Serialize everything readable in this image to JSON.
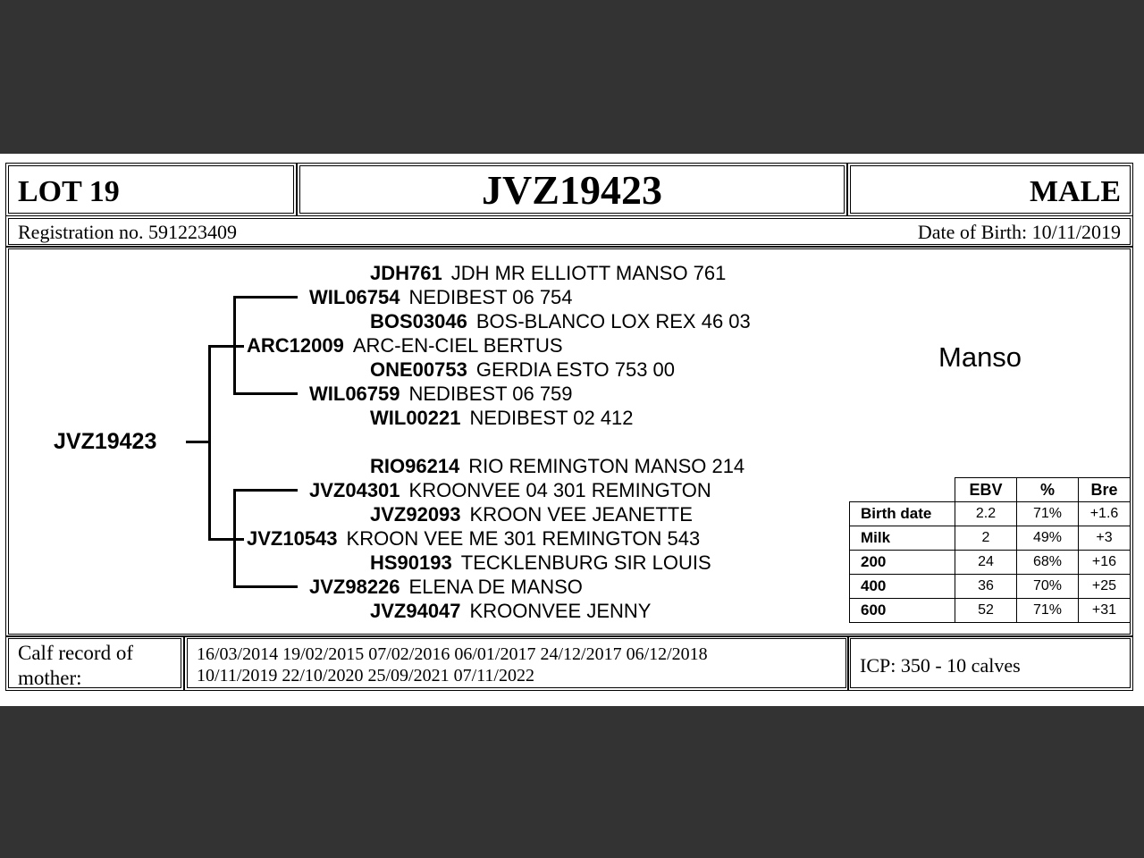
{
  "header": {
    "lot": "LOT 19",
    "animal_id": "JVZ19423",
    "sex": "MALE"
  },
  "registration": {
    "label": "Registration no. 591223409",
    "dob": "Date of Birth:  10/11/2019"
  },
  "pedigree": {
    "subject": "JVZ19423",
    "sire": {
      "id": "ARC12009",
      "name": "ARC-EN-CIEL BERTUS"
    },
    "sire_sire": {
      "id": "WIL06754",
      "name": "NEDIBEST 06 754"
    },
    "sire_sire_sire": {
      "id": "JDH761",
      "name": "JDH MR ELLIOTT MANSO 761"
    },
    "sire_sire_dam": {
      "id": "BOS03046",
      "name": "BOS-BLANCO LOX REX 46 03"
    },
    "sire_dam": {
      "id": "WIL06759",
      "name": "NEDIBEST 06 759"
    },
    "sire_dam_sire": {
      "id": "ONE00753",
      "name": "GERDIA ESTO 753 00"
    },
    "sire_dam_dam": {
      "id": "WIL00221",
      "name": "NEDIBEST 02 412"
    },
    "dam": {
      "id": "JVZ10543",
      "name": "KROON VEE ME 301 REMINGTON 543"
    },
    "dam_sire": {
      "id": "JVZ04301",
      "name": "KROONVEE 04 301 REMINGTON"
    },
    "dam_sire_sire": {
      "id": "RIO96214",
      "name": "RIO REMINGTON MANSO 214"
    },
    "dam_sire_dam": {
      "id": "JVZ92093",
      "name": "KROON VEE JEANETTE"
    },
    "dam_dam": {
      "id": "JVZ98226",
      "name": "ELENA DE MANSO"
    },
    "dam_dam_sire": {
      "id": "HS90193",
      "name": "TECKLENBURG SIR LOUIS"
    },
    "dam_dam_dam": {
      "id": "JVZ94047",
      "name": "KROONVEE JENNY"
    }
  },
  "breed": "Manso",
  "ebv_table": {
    "headers": [
      "EBV",
      "%",
      "Bre"
    ],
    "rows": [
      {
        "label": "Birth date",
        "ebv": "2.2",
        "pct": "71%",
        "bre": "+1.6"
      },
      {
        "label": "Milk",
        "ebv": "2",
        "pct": "49%",
        "bre": "+3"
      },
      {
        "label": "200",
        "ebv": "24",
        "pct": "68%",
        "bre": "+16"
      },
      {
        "label": "400",
        "ebv": "36",
        "pct": "70%",
        "bre": "+25"
      },
      {
        "label": "600",
        "ebv": "52",
        "pct": "71%",
        "bre": "+31"
      }
    ]
  },
  "calf_record": {
    "label_line1": "Calf record of",
    "label_line2": "mother:",
    "dates_line1": "16/03/2014 19/02/2015 07/02/2016 06/01/2017 24/12/2017 06/12/2018",
    "dates_line2": "10/11/2019 22/10/2020 25/09/2021 07/11/2022"
  },
  "icp": "ICP: 350 - 10 calves"
}
